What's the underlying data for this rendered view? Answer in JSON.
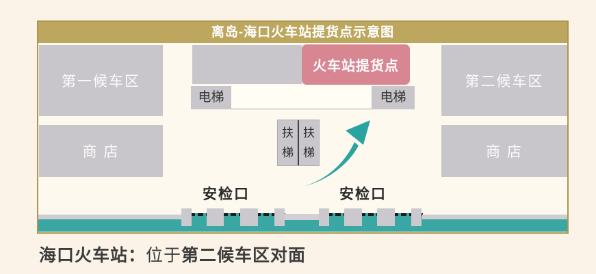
{
  "title": "离岛-海口火车站提货点示意图",
  "colors": {
    "gold": "#bda75e",
    "gray_block": "#c8c6cb",
    "pink_pickup": "#d98693",
    "teal": "#3aa7a3",
    "background": "#fbf3e7"
  },
  "zones": {
    "waiting_area_1": "第一候车区",
    "shop_left": "商 店",
    "pickup_point": "火车站提货点",
    "elevator_left": "电梯",
    "elevator_right": "电梯",
    "escalator_left": "扶梯",
    "escalator_right": "扶梯",
    "waiting_area_2": "第二候车区",
    "shop_right": "商 店",
    "security_gate_1": "安检口",
    "security_gate_2": "安检口"
  },
  "caption": {
    "station": "海口火车站：",
    "connector": "位于",
    "location": "第二候车区对面"
  }
}
